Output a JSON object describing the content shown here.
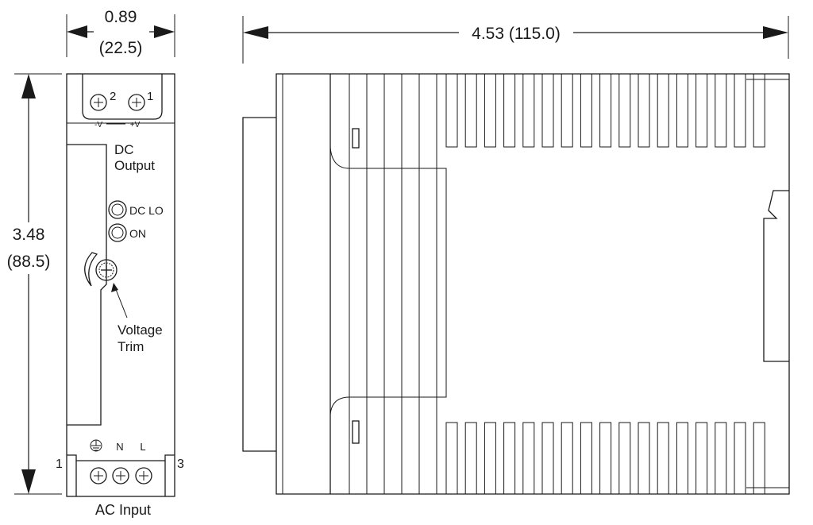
{
  "dimensions": {
    "width_in": "0.89",
    "width_mm": "(22.5)",
    "height_in": "3.48",
    "height_mm": "(88.5)",
    "length": "4.53 (115.0)"
  },
  "front_view": {
    "dc_terminals": {
      "left_number": "2",
      "right_number": "1",
      "left_polarity": "-V",
      "right_polarity": "+V"
    },
    "dc_output_line1": "DC",
    "dc_output_line2": "Output",
    "led_dc_lo": "DC LO",
    "led_on": "ON",
    "trim_line1": "Voltage",
    "trim_line2": "Trim",
    "ac_terminals": {
      "ground_symbol": "ground",
      "neutral": "N",
      "line": "L",
      "left_number": "1",
      "right_number": "3"
    },
    "ac_input": "AC Input"
  },
  "side_view": {
    "fin_count": 17
  }
}
